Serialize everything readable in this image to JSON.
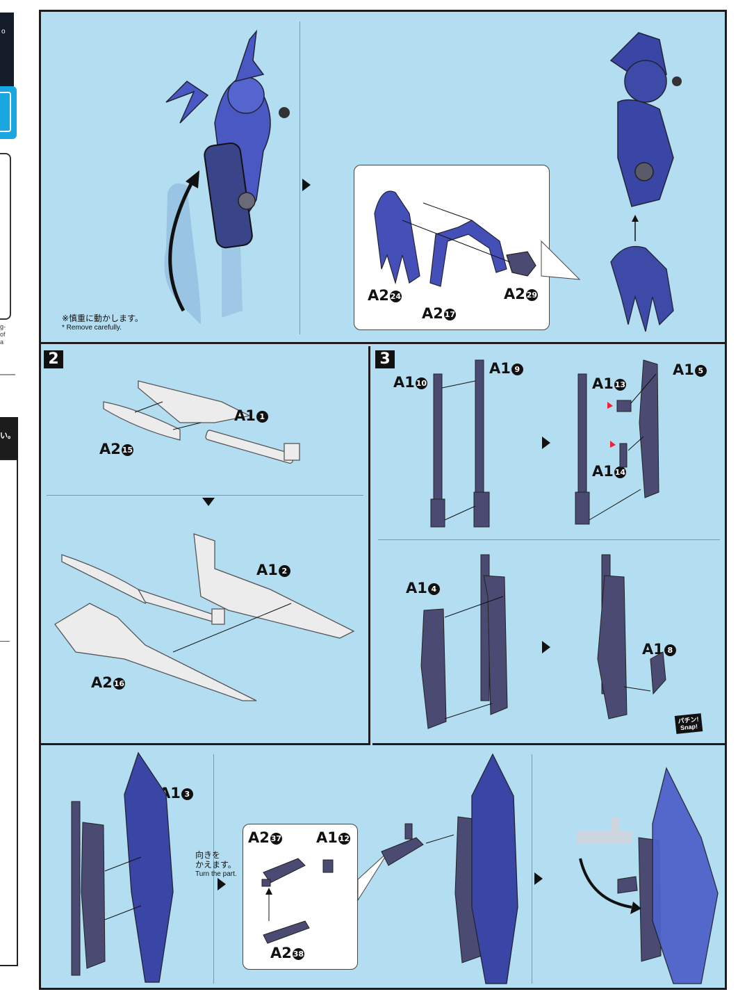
{
  "side_strip": {
    "top_text": "o",
    "note_lines": [
      "g-",
      "of",
      "a"
    ],
    "black_tab": "い。"
  },
  "step1": {
    "note_jp": "※慎重に動かします。",
    "note_en": "* Remove carefully.",
    "parts": [
      {
        "code": "A2",
        "num": "24"
      },
      {
        "code": "A2",
        "num": "17"
      },
      {
        "code": "A2",
        "num": "29"
      }
    ]
  },
  "step2": {
    "badge": "2",
    "parts": [
      {
        "code": "A1",
        "num": "1"
      },
      {
        "code": "A2",
        "num": "15"
      },
      {
        "code": "A1",
        "num": "2"
      },
      {
        "code": "A2",
        "num": "16"
      }
    ]
  },
  "step3": {
    "badge": "3",
    "parts": [
      {
        "code": "A1",
        "num": "10"
      },
      {
        "code": "A1",
        "num": "9"
      },
      {
        "code": "A1",
        "num": "13"
      },
      {
        "code": "A1",
        "num": "5"
      },
      {
        "code": "A1",
        "num": "14"
      },
      {
        "code": "A1",
        "num": "4"
      },
      {
        "code": "A1",
        "num": "8"
      }
    ],
    "snap_jp": "パチン!",
    "snap_en": "Snap!"
  },
  "step4": {
    "parts": [
      {
        "code": "A1",
        "num": "3"
      },
      {
        "code": "A2",
        "num": "37"
      },
      {
        "code": "A1",
        "num": "12"
      },
      {
        "code": "A2",
        "num": "38"
      }
    ],
    "turn_jp_1": "向きを",
    "turn_jp_2": "かえます。",
    "turn_en": "Turn the part."
  },
  "colors": {
    "background": "#b3def1",
    "part_navy": "#3d4aa3",
    "part_dark": "#4a4a72",
    "part_white": "#ececec",
    "frame": "#1c1c1c"
  }
}
